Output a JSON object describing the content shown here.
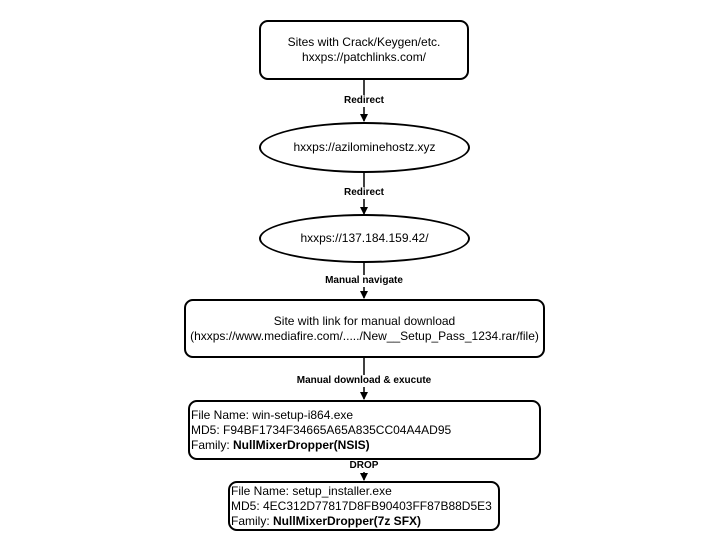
{
  "nodes": {
    "source_sites": {
      "line1": "Sites with Crack/Keygen/etc.",
      "line2": "hxxps://patchlinks.com/"
    },
    "redirect_site_1": {
      "text": "hxxps://azilominehostz.xyz"
    },
    "redirect_site_2": {
      "text": "hxxps://137.184.159.42/"
    },
    "download_site": {
      "line1": "Site with link for manual download",
      "line2": "(hxxps://www.mediafire.com/...../New__Setup_Pass_1234.rar/file)"
    },
    "dropper_file": {
      "name_line": "File Name:  win-setup-i864.exe",
      "md5_line": "MD5: F94BF1734F34665A65A835CC04A4AD95",
      "family_label": "Family: ",
      "family_value": "NullMixerDropper(NSIS)"
    },
    "installer_file": {
      "name_line": "File Name:  setup_installer.exe",
      "md5_line": "MD5: 4EC312D77817D8FB90403FF87B88D5E3",
      "family_label": "Family: ",
      "family_value": "NullMixerDropper(7z SFX)"
    }
  },
  "edges": {
    "redirect_1": "Redirect",
    "redirect_2": "Redirect",
    "manual_navigate": "Manual navigate",
    "manual_download": "Manual download & exucute",
    "drop": "DROP"
  }
}
